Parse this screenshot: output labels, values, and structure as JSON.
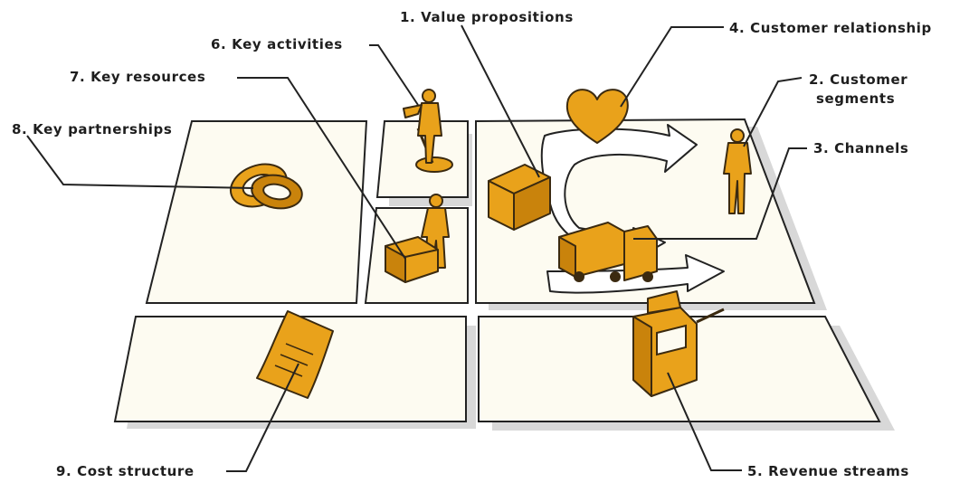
{
  "labels": {
    "value_propositions": "1. Value propositions",
    "customer_segments_line1": "2. Customer",
    "customer_segments_line2": "segments",
    "channels": "3. Channels",
    "customer_relationship": "4. Customer relationship",
    "revenue_streams": "5. Revenue streams",
    "key_activities": "6. Key activities",
    "key_resources": "7. Key resources",
    "key_partnerships": "8. Key partnerships",
    "cost_structure": "9. Cost structure"
  },
  "colors": {
    "accent": "#e9a21b",
    "panel": "#fdfbf1",
    "outline": "#222222"
  }
}
